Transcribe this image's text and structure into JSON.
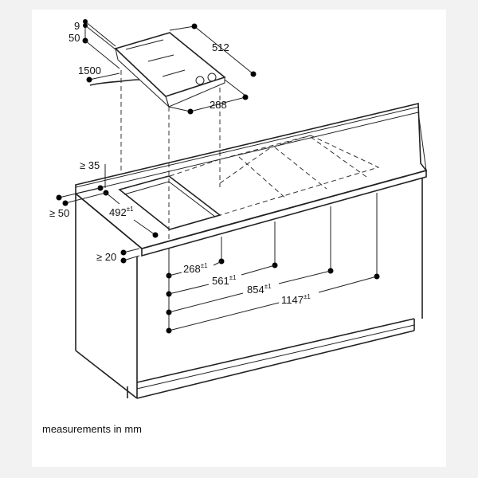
{
  "dimensions": {
    "hob_glass": "9",
    "hob_depth_under": "50",
    "cable": "1500",
    "hob_depth": "512",
    "hob_width": "288",
    "back_min": "≥ 35",
    "front_min": "≥ 50",
    "cutout": "492",
    "cutout_tol": "±1",
    "top_min": "≥ 20",
    "offsets": [
      {
        "value": "268",
        "tol": "±1"
      },
      {
        "value": "561",
        "tol": "±1"
      },
      {
        "value": "854",
        "tol": "±1"
      },
      {
        "value": "1147",
        "tol": "±1"
      }
    ]
  },
  "note": "measurements in mm"
}
